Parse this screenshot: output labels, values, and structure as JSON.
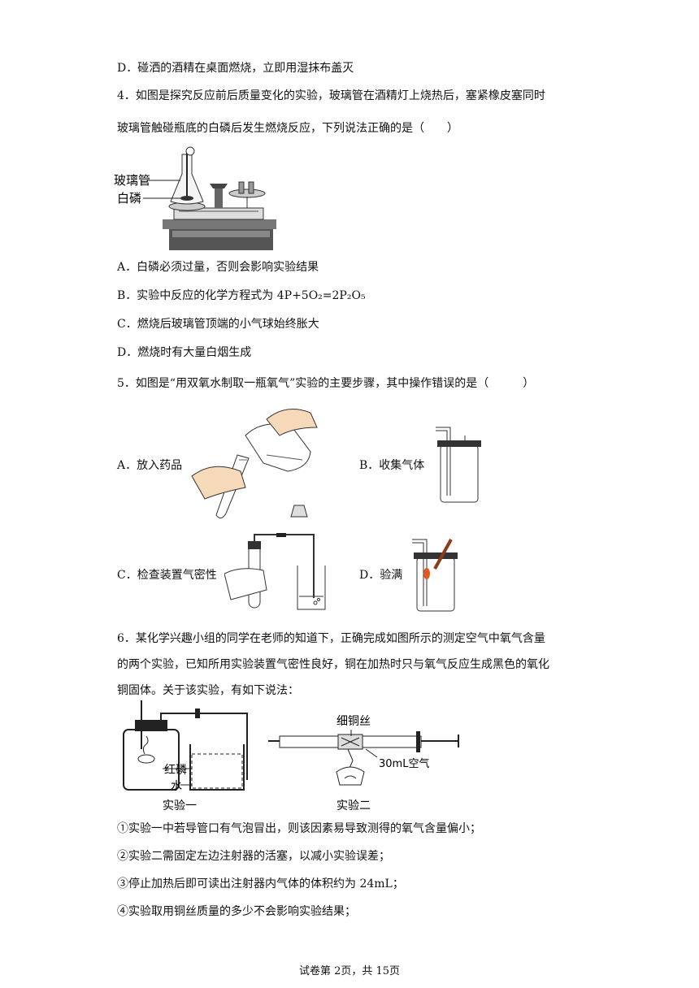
{
  "q3": {
    "option_d": "D．碰洒的酒精在桌面燃烧，立即用湿抹布盖灭"
  },
  "q4": {
    "stem_line1": "4．如图是探究反应前后质量变化的实验，玻璃管在酒精灯上烧热后，塞紧橡皮塞同时",
    "stem_line2": "玻璃管触碰瓶底的白磷后发生燃烧反应，下列说法正确的是（　　）",
    "figure_labels": {
      "tube": "玻璃管",
      "phosphorus": "白磷"
    },
    "option_a": "A．白磷必须过量，否则会影响实验结果",
    "option_b": "B．实验中反应的化学方程式为 4P+5O₂=2P₂O₅",
    "option_c": "C．燃烧后玻璃管顶端的小气球始终胀大",
    "option_d": "D．燃烧时有大量白烟生成"
  },
  "q5": {
    "stem": "5．如图是“用双氧水制取一瓶氧气”实验的主要步骤，其中操作错误的是（　　　）",
    "option_a": "A．放入药品",
    "option_b": "B．收集气体",
    "option_c": "C．检查装置气密性",
    "option_d": "D．验满"
  },
  "q6": {
    "stem_line1": "6．某化学兴趣小组的同学在老师的知道下，正确完成如图所示的测定空气中氧气含量",
    "stem_line2": "的两个实验，已知所用实验装置气密性良好，铜在加热时只与氧气反应生成黑色的氧化",
    "stem_line3": "铜固体。关于该实验，有如下说法：",
    "figure_labels": {
      "red_phosphorus": "红磷",
      "water": "水",
      "exp1": "实验一",
      "copper_wire": "细铜丝",
      "air_volume": "30mL空气",
      "exp2": "实验二"
    },
    "statement_1": "①实验一中若导管口有气泡冒出，则该因素易导致测得的氧气含量偏小；",
    "statement_2": "②实验二需固定左边注射器的活塞，以减小实验误差；",
    "statement_3": "③停止加热后即可读出注射器内气体的体积约为 24mL；",
    "statement_4": "④实验取用铜丝质量的多少不会影响实验结果；"
  },
  "footer": "试卷第 2页，共 15页"
}
